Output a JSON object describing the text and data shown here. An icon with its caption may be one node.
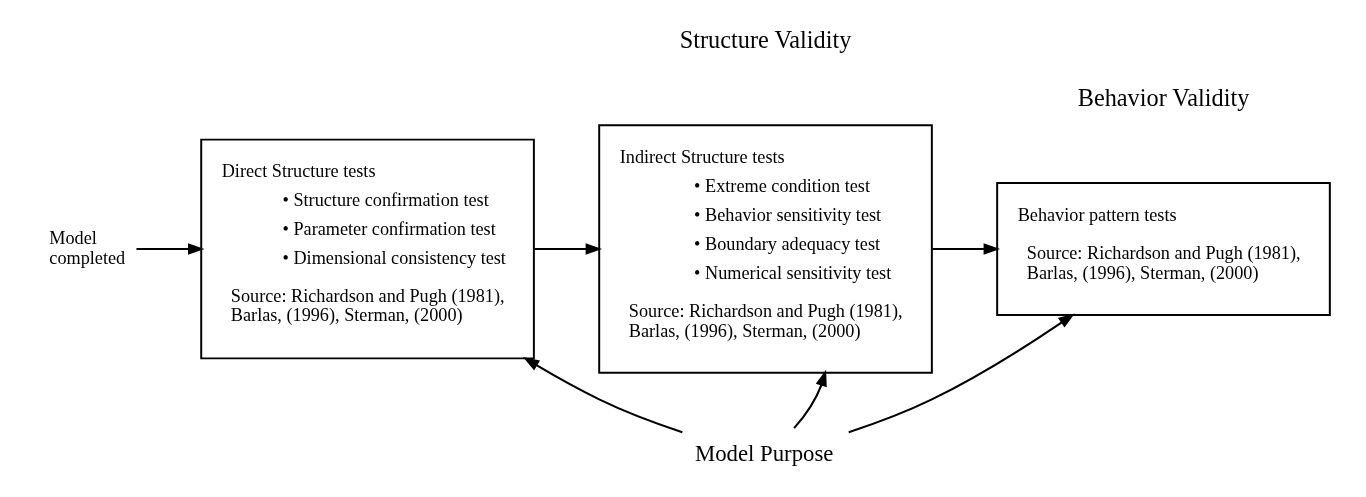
{
  "diagram": {
    "nodes": [
      {
        "text": [
          "Model completed"
        ]
      },
      {
        "text": [
          "Direct Structure tests",
          "• Structure confirmation test",
          "• Parameter confirmation test",
          "• Dimensional consistency test",
          "Source: Richardson and Pugh (1981), Barlas, (1996), Sterman, (2000)"
        ]
      },
      {
        "text": [
          "Indirect Structure tests",
          "• Extreme condition test",
          "• Behavior sensitivity test",
          "• Boundary adequacy test",
          "• Numerical sensitivity test",
          "Source: Richardson and Pugh (1981), Barlas, (1996), Sterman, (2000)"
        ]
      },
      {
        "text": [
          "Behavior pattern tests",
          "Source: Richardson and Pugh (1981), Barlas, (1996), Sterman, (2000)"
        ]
      },
      {
        "text": [
          "Model Purpose"
        ]
      }
    ],
    "edges": [
      {
        "from": 0,
        "to": 1,
        "arrow": "to"
      },
      {
        "from": 1,
        "to": 2,
        "arrow": "to"
      },
      {
        "from": 2,
        "to": 3,
        "arrow": "to"
      },
      {
        "from": 4,
        "to": 1,
        "arrow": "to"
      },
      {
        "from": 4,
        "to": 2,
        "arrow": "to"
      },
      {
        "from": 4,
        "to": 3,
        "arrow": "to"
      }
    ],
    "labels": [
      "Structure Validity",
      "Behavior Validity"
    ]
  }
}
